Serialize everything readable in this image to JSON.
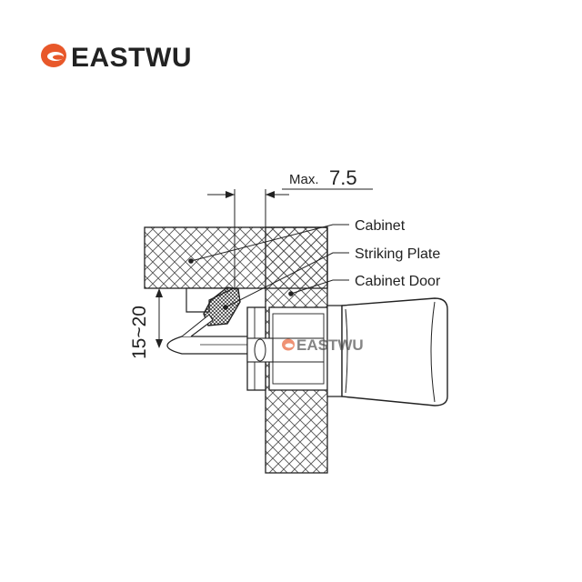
{
  "brand": {
    "name": "EASTWU",
    "color": "#e8582a",
    "text_color": "#222222",
    "icon": "eastwu-logo-icon"
  },
  "watermark": {
    "text": "EASTWU"
  },
  "labels": {
    "cabinet": "Cabinet",
    "striking_plate": "Striking Plate",
    "cabinet_door": "Cabinet Door"
  },
  "dimensions": {
    "max_prefix": "Max.",
    "max_value": "7.5",
    "range": "15~20"
  },
  "colors": {
    "line": "#222222",
    "hatch": "#555555"
  }
}
